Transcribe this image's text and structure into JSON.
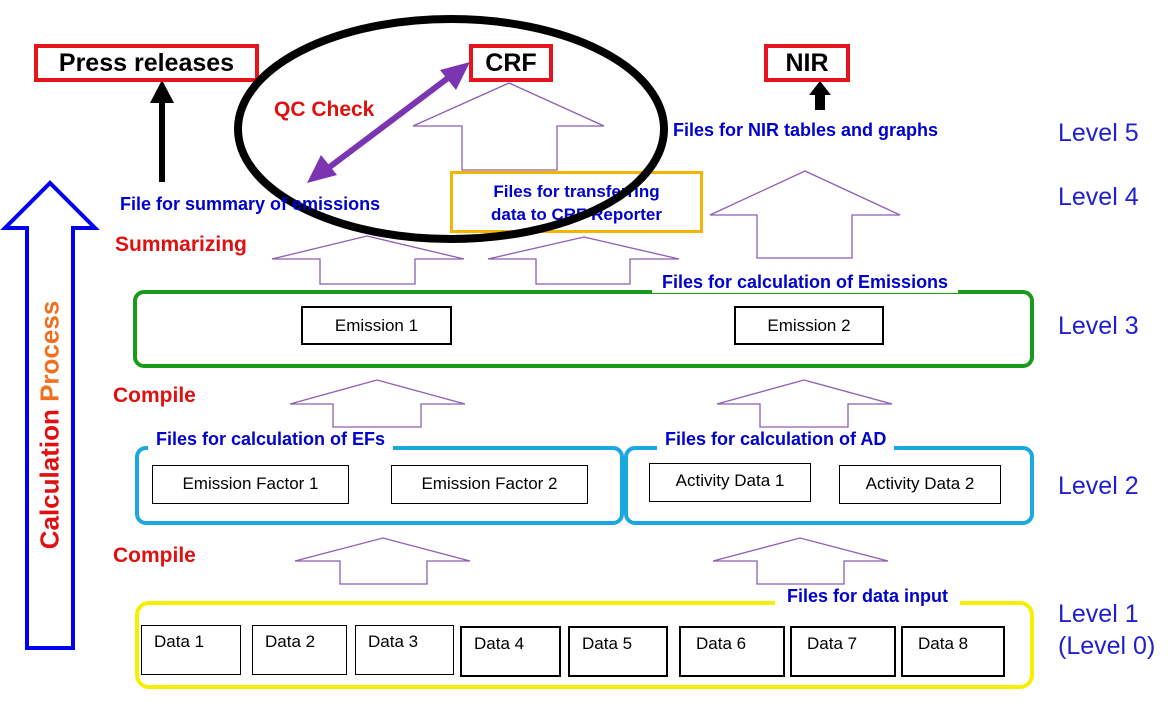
{
  "outputs": {
    "press": "Press releases",
    "crf": "CRF",
    "nir": "NIR"
  },
  "labels": {
    "qc_check": "QC Check",
    "nir_files": "Files for NIR tables and graphs",
    "summary_file": "File for summary of emissions",
    "transfer_line1": "Files for transferring",
    "transfer_line2": "data to CRF Reporter",
    "summarizing": "Summarizing",
    "emissions_files": "Files for calculation of Emissions",
    "compile_upper": "Compile",
    "ef_files": "Files for calculation of EFs",
    "ad_files": "Files for calculation of AD",
    "compile_lower": "Compile",
    "input_files": "Files for data input"
  },
  "calc_process": {
    "word1": "Calculation",
    "word2": "Process"
  },
  "levels": {
    "l5": "Level 5",
    "l4": "Level 4",
    "l3": "Level 3",
    "l2": "Level 2",
    "l1": "Level 1",
    "l0": "(Level 0)"
  },
  "emissions": [
    "Emission 1",
    "Emission 2"
  ],
  "emission_factors": [
    "Emission Factor 1",
    "Emission Factor 2"
  ],
  "activity_data": [
    "Activity Data 1",
    "Activity Data 2"
  ],
  "data_inputs": [
    "Data 1",
    "Data 2",
    "Data 3",
    "Data 4",
    "Data 5",
    "Data 6",
    "Data 7",
    "Data 8"
  ],
  "colors": {
    "output_border": "#e8141b",
    "level3_border": "#1a9a1a",
    "level2_border": "#1ba7e0",
    "level1_border": "#f5f000",
    "transfer_border": "#f4b400",
    "hollow_arrow": "#8b5fb5",
    "qc_arrow": "#7b35b0",
    "label_blue": "#0000cc",
    "label_red": "#e01010",
    "calc_arrow": "#0000ee",
    "calc_word1": "#e01010",
    "calc_word2": "#f07020"
  }
}
